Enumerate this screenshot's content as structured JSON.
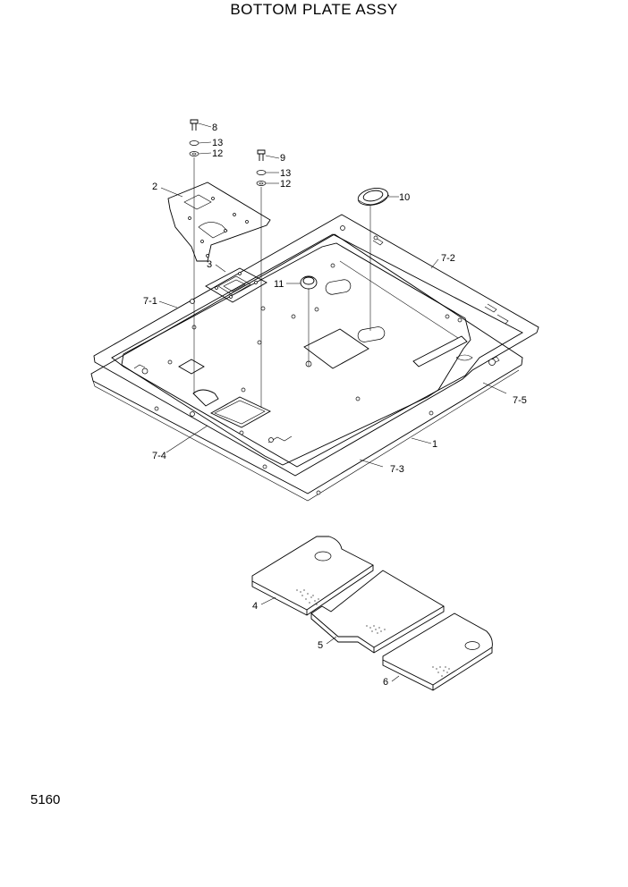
{
  "title": "BOTTOM PLATE ASSY",
  "page_number": "5160",
  "callouts": {
    "c1": "1",
    "c2": "2",
    "c3": "3",
    "c4": "4",
    "c5": "5",
    "c6": "6",
    "c7_1": "7-1",
    "c7_2": "7-2",
    "c7_3": "7-3",
    "c7_4": "7-4",
    "c7_5": "7-5",
    "c8": "8",
    "c9": "9",
    "c10": "10",
    "c11": "11",
    "c12a": "12",
    "c12b": "12",
    "c13a": "13",
    "c13b": "13"
  }
}
